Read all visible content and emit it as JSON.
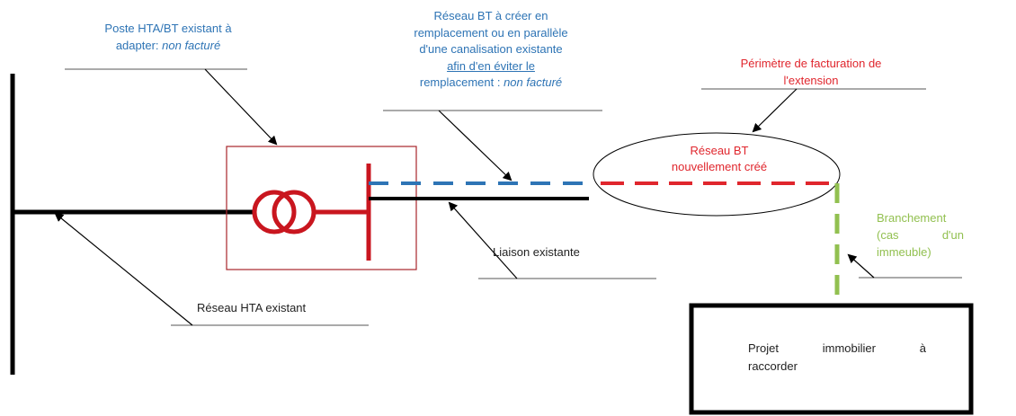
{
  "labels": {
    "poste": {
      "line1": "Poste HTA/BT existant à",
      "line2_prefix": "adapter: ",
      "line2_italic": "non facturé"
    },
    "reseau_bt_creer": {
      "line1": "Réseau BT à créer en",
      "line2": "remplacement ou en parallèle",
      "line3": "d'une canalisation existante",
      "line4": "afin d'en éviter le",
      "line5_prefix": "remplacement : ",
      "line5_italic": "non facturé"
    },
    "perimetre": {
      "line1": "Périmètre de facturation de",
      "line2": "l'extension"
    },
    "reseau_bt_cree": {
      "line1": "Réseau BT",
      "line2": "nouvellement créé"
    },
    "branchement": {
      "line1": "Branchement",
      "line2a": "(cas",
      "line2b": "d'un",
      "line3": "immeuble)"
    },
    "liaison": "Liaison existante",
    "reseau_hta": "Réseau HTA existant",
    "projet": {
      "line1a": "Projet",
      "line1b": "immobilier",
      "line1c": "à",
      "line2": "raccorder"
    }
  },
  "colors": {
    "blue": "#2e74b5",
    "red": "#e0262d",
    "green": "#92c050",
    "dark_red_box": "#a8262b",
    "black": "#000000"
  }
}
